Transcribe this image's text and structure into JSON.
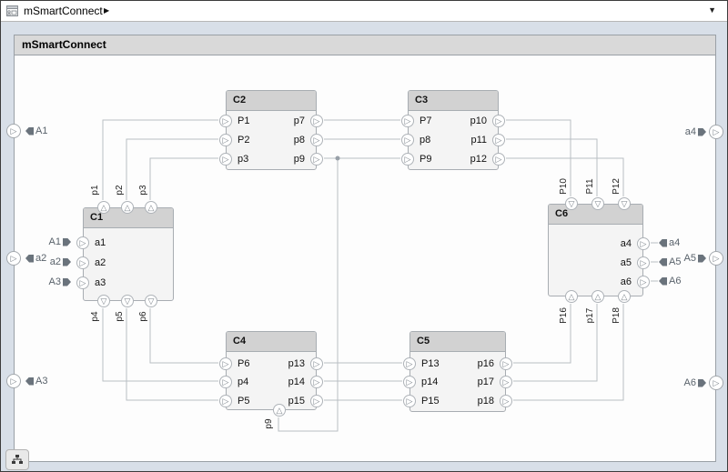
{
  "titlebar": {
    "breadcrumb": "mSmartConnect"
  },
  "icons": {
    "model_badge": "architecture-model-icon",
    "breadcrumb_arrow": "▶",
    "panel_collapse_arrow": "▼",
    "port_in": "▷",
    "port_up": "△",
    "port_down": "▽",
    "hierarchy_tree": "hierarchy-tree-icon"
  },
  "container": {
    "title": "mSmartConnect"
  },
  "components": {
    "c1": {
      "name": "C1",
      "top": [
        "p1",
        "p2",
        "p3"
      ],
      "left": [
        "a1",
        "a2",
        "a3"
      ],
      "bottom": [
        "p4",
        "p5",
        "p6"
      ],
      "left_tags": [
        "A1",
        "a2",
        "A3"
      ]
    },
    "c2": {
      "name": "C2",
      "left": [
        "P1",
        "P2",
        "p3"
      ],
      "right": [
        "p7",
        "p8",
        "p9"
      ]
    },
    "c3": {
      "name": "C3",
      "left": [
        "P7",
        "p8",
        "P9"
      ],
      "right": [
        "p10",
        "p11",
        "p12"
      ]
    },
    "c4": {
      "name": "C4",
      "left": [
        "P6",
        "p4",
        "P5"
      ],
      "right": [
        "p13",
        "p14",
        "p15"
      ],
      "bottom": [
        "p9"
      ]
    },
    "c5": {
      "name": "C5",
      "left": [
        "P13",
        "p14",
        "P15"
      ],
      "right": [
        "p16",
        "p17",
        "p18"
      ]
    },
    "c6": {
      "name": "C6",
      "top": [
        "P10",
        "P11",
        "P12"
      ],
      "right": [
        "a4",
        "a5",
        "a6"
      ],
      "bottom": [
        "P16",
        "p17",
        "P18"
      ],
      "right_tags": [
        "a4",
        "A5",
        "A6"
      ]
    }
  },
  "external_ports": {
    "left": [
      {
        "label": "A1"
      },
      {
        "label": "a2"
      },
      {
        "label": "A3"
      }
    ],
    "right": [
      {
        "label": "a4"
      },
      {
        "label": "A5"
      },
      {
        "label": "A6"
      }
    ]
  },
  "connections": [
    {
      "from": "C1.p1",
      "to": "C2.P1"
    },
    {
      "from": "C1.p2",
      "to": "C2.P2"
    },
    {
      "from": "C1.p3",
      "to": "C2.p3"
    },
    {
      "from": "C2.p7",
      "to": "C3.P7"
    },
    {
      "from": "C2.p8",
      "to": "C3.p8"
    },
    {
      "from": "C2.p9",
      "to": "C3.P9"
    },
    {
      "from": "C2.p9",
      "to": "C4.p9"
    },
    {
      "from": "C1.p6",
      "to": "C4.P6"
    },
    {
      "from": "C1.p4",
      "to": "C4.p4"
    },
    {
      "from": "C1.p5",
      "to": "C4.P5"
    },
    {
      "from": "C4.p13",
      "to": "C5.P13"
    },
    {
      "from": "C4.p14",
      "to": "C5.p14"
    },
    {
      "from": "C4.p15",
      "to": "C5.P15"
    },
    {
      "from": "C5.p16",
      "to": "C6.P16"
    },
    {
      "from": "C5.p17",
      "to": "C6.p17"
    },
    {
      "from": "C5.p18",
      "to": "C6.P18"
    },
    {
      "from": "C3.p10",
      "to": "C6.P10"
    },
    {
      "from": "C3.p11",
      "to": "C6.P11"
    },
    {
      "from": "C3.p12",
      "to": "C6.P12"
    }
  ]
}
